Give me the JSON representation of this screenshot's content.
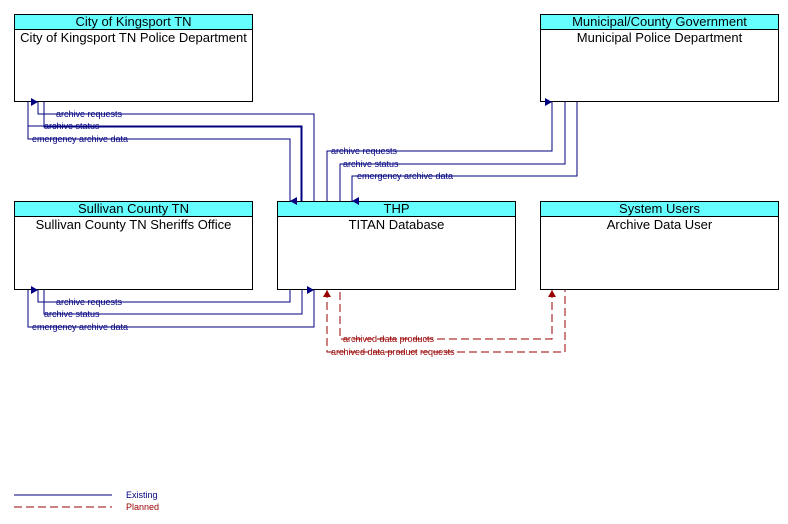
{
  "colors": {
    "existing": "#000080",
    "planned": "#990000",
    "header_fill": "#66ffff"
  },
  "nodes": {
    "kingsport": {
      "header": "City of Kingsport TN",
      "title": "City of Kingsport TN Police Department"
    },
    "municipal": {
      "header": "Municipal/County Government",
      "title": "Municipal Police Department"
    },
    "sullivan": {
      "header": "Sullivan County TN",
      "title": "Sullivan County TN Sheriffs Office"
    },
    "thp": {
      "header": "THP",
      "title": "TITAN Database"
    },
    "sysusers": {
      "header": "System Users",
      "title": "Archive Data User"
    }
  },
  "flows": {
    "kingsport_archive_requests": "archive requests",
    "kingsport_archive_status": "archive status",
    "kingsport_emergency_archive_data": "emergency archive data",
    "municipal_archive_requests": "archive requests",
    "municipal_archive_status": "archive status",
    "municipal_emergency_archive_data": "emergency archive data",
    "sullivan_archive_requests": "archive requests",
    "sullivan_archive_status": "archive status",
    "sullivan_emergency_archive_data": "emergency archive data",
    "archived_data_products": "archived data products",
    "archived_data_product_requests": "archived data product requests"
  },
  "legend": {
    "existing": "Existing",
    "planned": "Planned"
  }
}
